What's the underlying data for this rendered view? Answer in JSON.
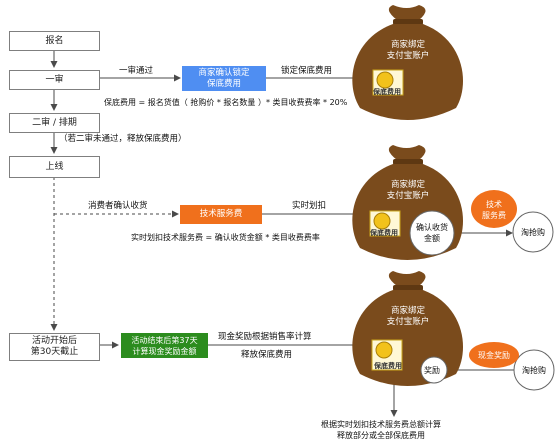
{
  "steps": {
    "signup": "报名",
    "first_review": "一审",
    "second_review": "二审 / 排期",
    "online": "上线",
    "after_30": "活动开始后\n第30天截止"
  },
  "tags": {
    "lock_deposit": "商家确认锁定\n保底费用",
    "tech_fee": "技术服务费",
    "cash_reward": "活动结束后第37天\n计算现金奖励金额",
    "tech_fee_right": "技术\n服务费",
    "cash_reward_right": "现金奖励"
  },
  "labels": {
    "first_pass": "一审通过",
    "lock_fee": "锁定保底费用",
    "deposit_formula": "保底费用 = 报名货值（ 抢购价 * 报名数量 ）* 类目收费费率 * 20%",
    "second_fail": "（若二审未通过，释放保底费用）",
    "consumer_confirm": "消费者确认收货",
    "realtime_deduct": "实时划扣",
    "tech_fee_formula": "实时划扣技术服务费 = 确认收货金额 * 类目收费费率",
    "reward_calc": "现金奖励根据销售率计算",
    "release_deposit": "释放保底费用",
    "bottom_note": "根据实时划扣技术服务费总额计算\n释放部分或全部保底费用"
  },
  "bags": {
    "title": "商家绑定\n支付宝账户",
    "deposit_badge": "保底费用",
    "confirm_amount": "确认收货\n金额",
    "reward": "奖励"
  },
  "targets": {
    "taoqianggou_1": "淘抢购",
    "taoqianggou_2": "淘抢购"
  },
  "colors": {
    "blue_tag": "#4f8ef2",
    "orange_tag": "#f0701c",
    "green_tag": "#2c8c1e",
    "bag_brown": "#7a4b1c",
    "arrow": "#4a4a4a"
  }
}
